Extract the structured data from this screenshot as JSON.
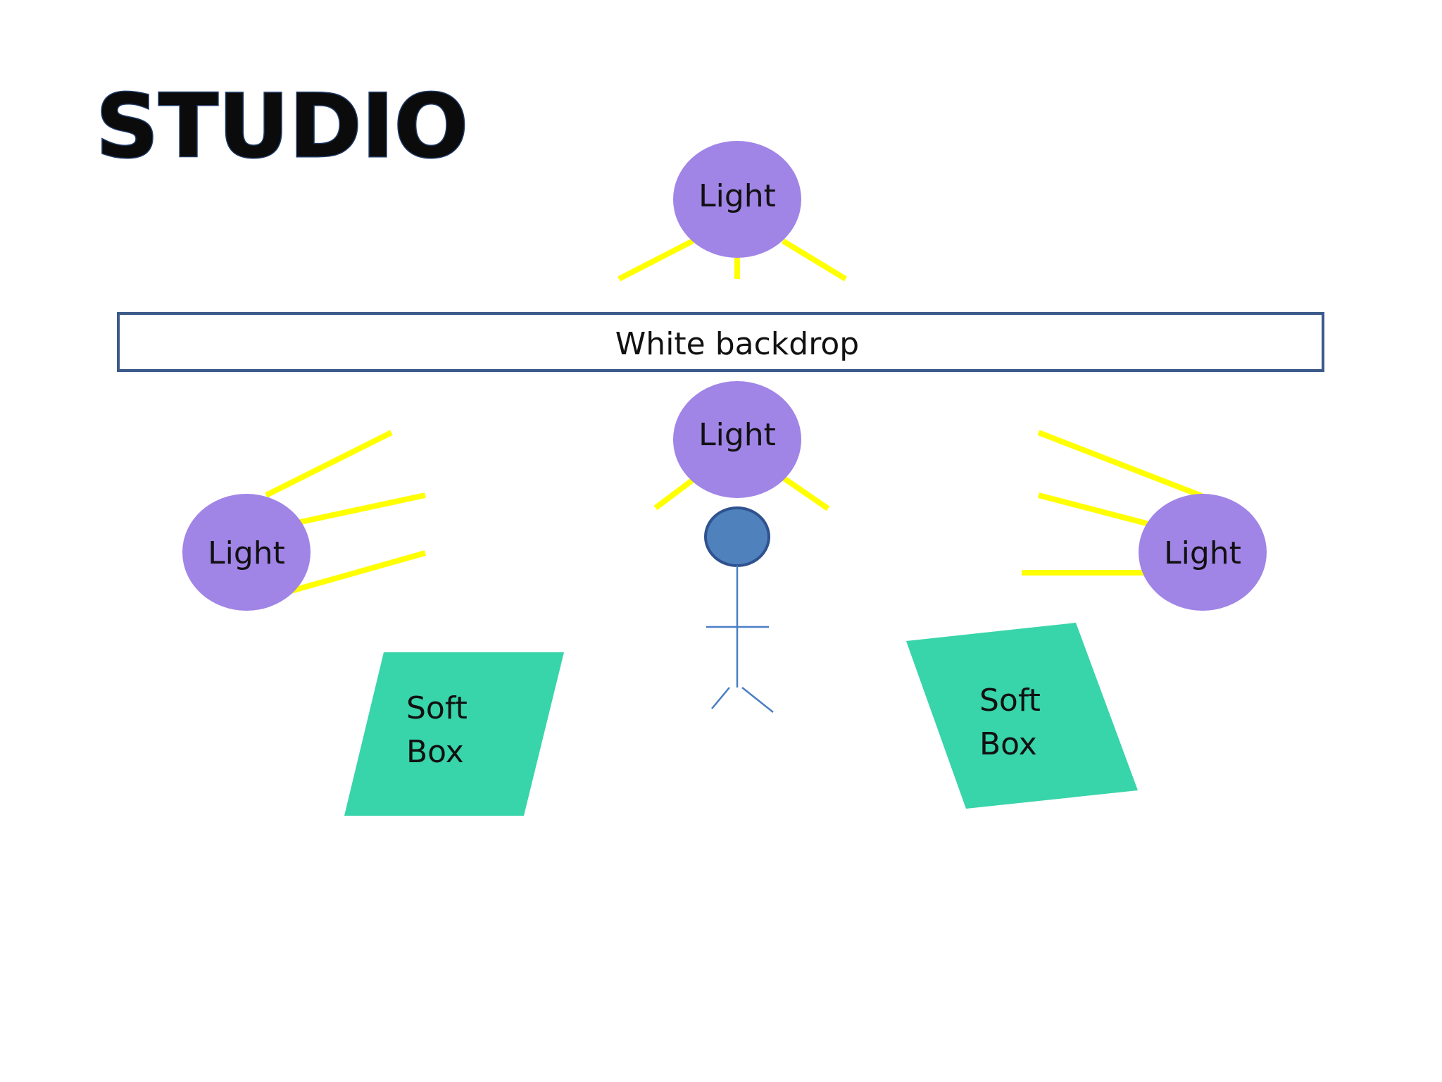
{
  "title": "STUDIO",
  "backdrop": {
    "label": "White backdrop"
  },
  "lights": [
    {
      "id": "top",
      "label": "Light"
    },
    {
      "id": "center",
      "label": "Light"
    },
    {
      "id": "left",
      "label": "Light"
    },
    {
      "id": "right",
      "label": "Light"
    }
  ],
  "softboxes": [
    {
      "id": "left",
      "line1": "Soft",
      "line2": "Box"
    },
    {
      "id": "right",
      "line1": "Soft",
      "line2": "Box"
    }
  ],
  "colors": {
    "light_fill": "#a084e6",
    "ray": "#ffff00",
    "softbox_fill": "#38d4aa",
    "backdrop_border": "#3c5a8a",
    "subject_head": "#4f81bd",
    "subject_head_border": "#2f528f",
    "subject_body": "#4a7fc4"
  }
}
